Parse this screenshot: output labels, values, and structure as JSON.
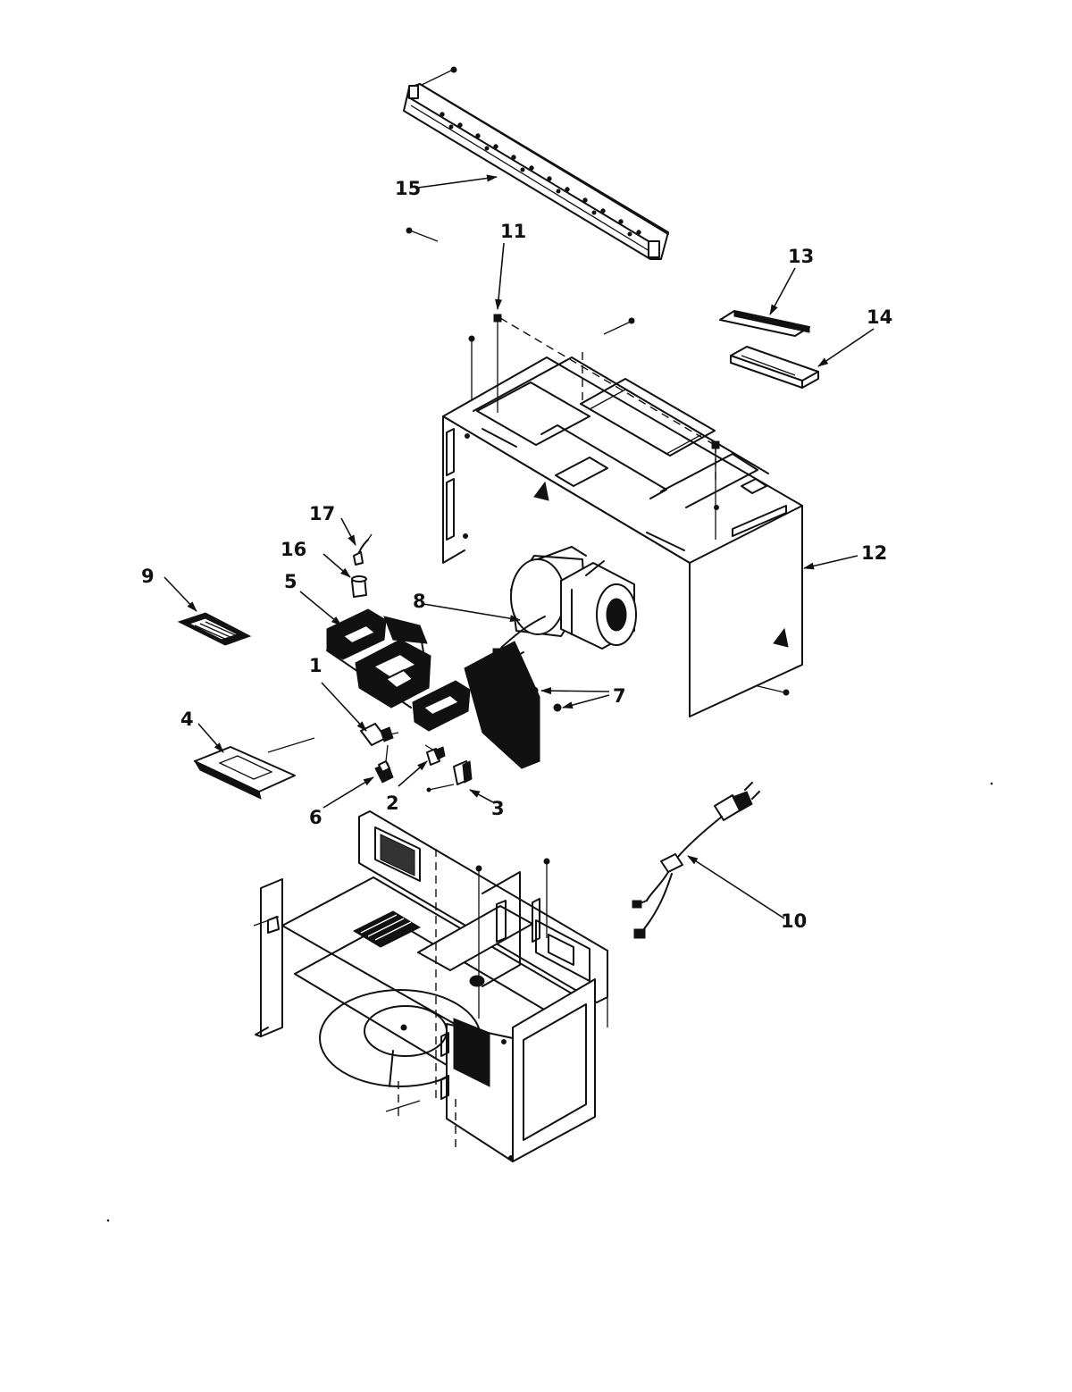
{
  "callouts": [
    {
      "id": "callout-1",
      "label": "1"
    },
    {
      "id": "callout-2",
      "label": "2"
    },
    {
      "id": "callout-3",
      "label": "3"
    },
    {
      "id": "callout-4",
      "label": "4"
    },
    {
      "id": "callout-5",
      "label": "5"
    },
    {
      "id": "callout-6",
      "label": "6"
    },
    {
      "id": "callout-7",
      "label": "7"
    },
    {
      "id": "callout-8",
      "label": "8"
    },
    {
      "id": "callout-9",
      "label": "9"
    },
    {
      "id": "callout-10",
      "label": "10"
    },
    {
      "id": "callout-11",
      "label": "11"
    },
    {
      "id": "callout-12",
      "label": "12"
    },
    {
      "id": "callout-13",
      "label": "13"
    },
    {
      "id": "callout-14",
      "label": "14"
    },
    {
      "id": "callout-15",
      "label": "15"
    },
    {
      "id": "callout-16",
      "label": "16"
    },
    {
      "id": "callout-17",
      "label": "17"
    }
  ]
}
